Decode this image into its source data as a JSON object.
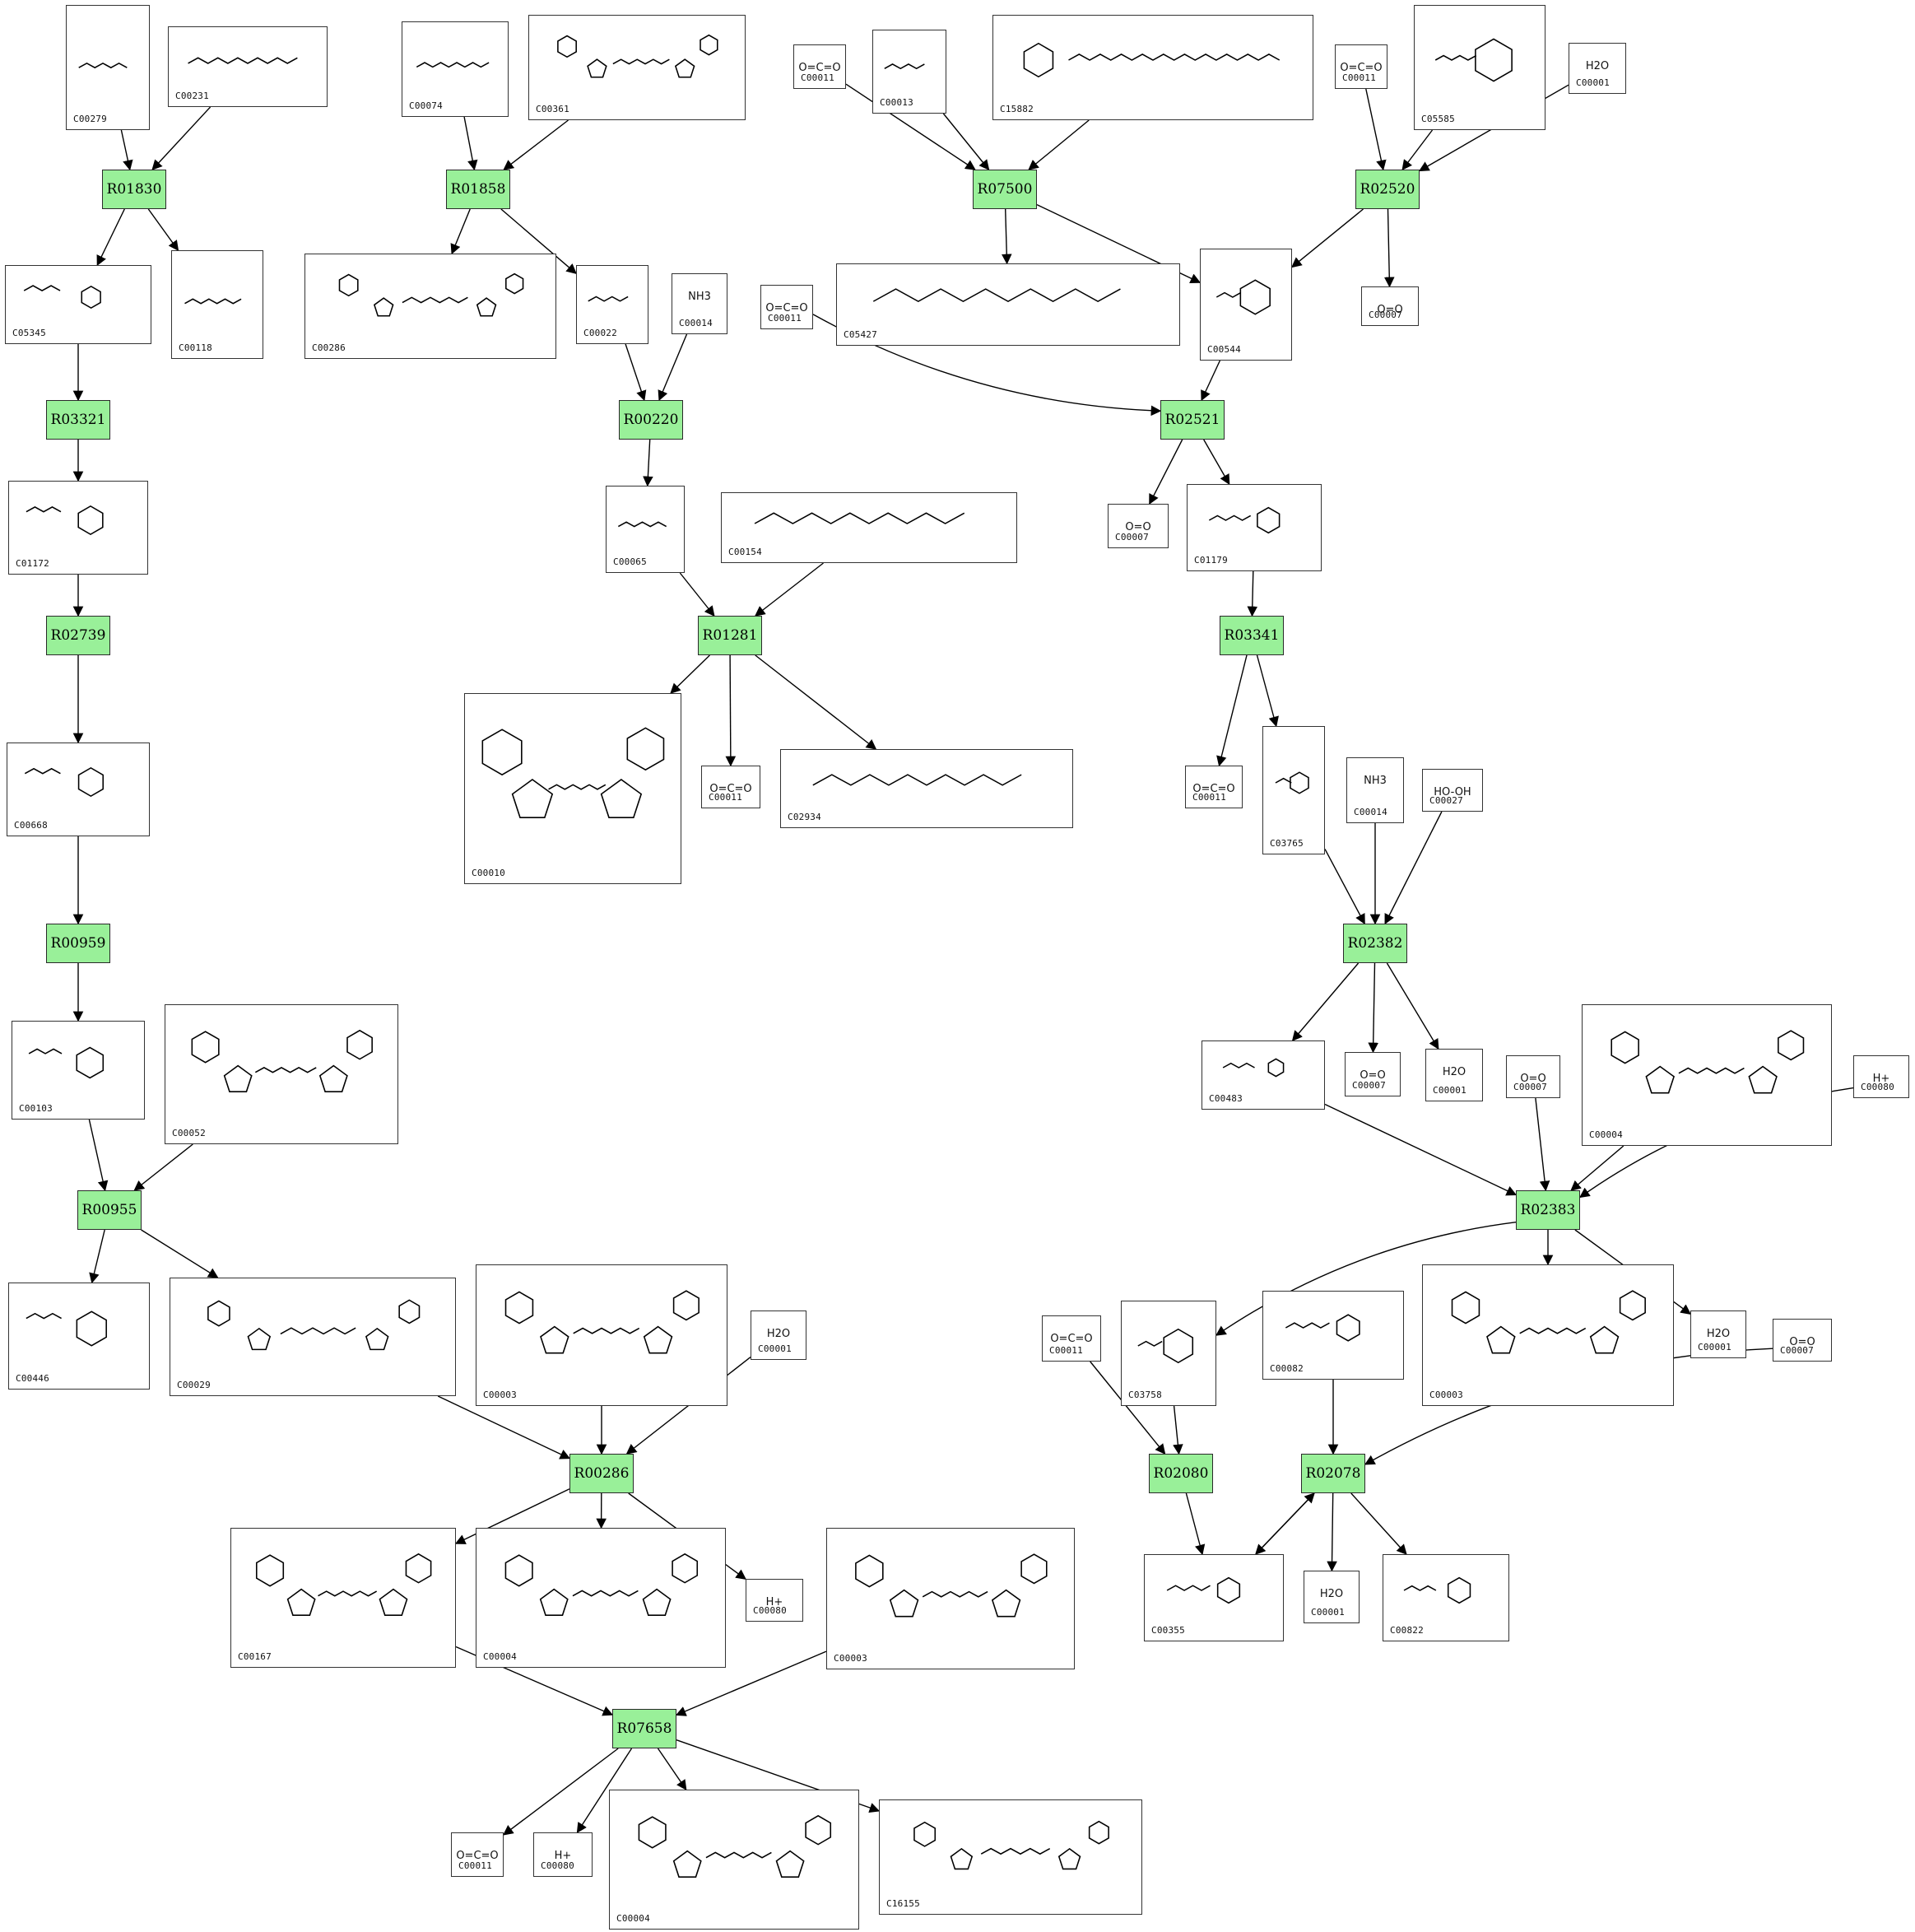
{
  "reactions": [
    {
      "id": "r-R01830",
      "label": "R01830"
    },
    {
      "id": "r-R01858",
      "label": "R01858"
    },
    {
      "id": "r-R07500",
      "label": "R07500"
    },
    {
      "id": "r-R02520",
      "label": "R02520"
    },
    {
      "id": "r-R03321",
      "label": "R03321"
    },
    {
      "id": "r-R00220",
      "label": "R00220"
    },
    {
      "id": "r-R02521",
      "label": "R02521"
    },
    {
      "id": "r-R02739",
      "label": "R02739"
    },
    {
      "id": "r-R01281",
      "label": "R01281"
    },
    {
      "id": "r-R03341",
      "label": "R03341"
    },
    {
      "id": "r-R00959",
      "label": "R00959"
    },
    {
      "id": "r-R02382",
      "label": "R02382"
    },
    {
      "id": "r-R00955",
      "label": "R00955"
    },
    {
      "id": "r-R02383",
      "label": "R02383"
    },
    {
      "id": "r-R00286",
      "label": "R00286"
    },
    {
      "id": "r-R02080",
      "label": "R02080"
    },
    {
      "id": "r-R02078",
      "label": "R02078"
    },
    {
      "id": "r-R07658",
      "label": "R07658"
    }
  ],
  "compounds": [
    {
      "id": "c1",
      "code": "C00279",
      "style": "chain"
    },
    {
      "id": "c2",
      "code": "C00231",
      "style": "chain"
    },
    {
      "id": "c3",
      "code": "C00074",
      "style": "chain"
    },
    {
      "id": "c4",
      "code": "C00361",
      "style": "nucleotide"
    },
    {
      "id": "c5",
      "code": "C00011",
      "formula": "O=C=O",
      "style": "small"
    },
    {
      "id": "c6",
      "code": "C00013",
      "style": "chain"
    },
    {
      "id": "c7",
      "code": "C15882",
      "style": "ring-chain"
    },
    {
      "id": "c8",
      "code": "C00011",
      "formula": "O=C=O",
      "style": "small"
    },
    {
      "id": "c9",
      "code": "C05585",
      "style": "ring"
    },
    {
      "id": "c10",
      "code": "C00001",
      "formula": "H2O",
      "style": "small"
    },
    {
      "id": "c11",
      "code": "C05345",
      "style": "sugar"
    },
    {
      "id": "c12",
      "code": "C00118",
      "style": "chain"
    },
    {
      "id": "c13",
      "code": "C00286",
      "style": "nucleotide"
    },
    {
      "id": "c14",
      "code": "C00022",
      "style": "chain"
    },
    {
      "id": "c15",
      "code": "C00014",
      "formula": "NH3",
      "style": "small"
    },
    {
      "id": "c16",
      "code": "C00011",
      "formula": "O=C=O",
      "style": "small"
    },
    {
      "id": "c17",
      "code": "C05427",
      "style": "chain"
    },
    {
      "id": "c18",
      "code": "C00544",
      "style": "ring"
    },
    {
      "id": "c19",
      "code": "C00007",
      "formula": "O=O",
      "style": "small"
    },
    {
      "id": "c20",
      "code": "C01172",
      "style": "sugar"
    },
    {
      "id": "c21",
      "code": "C00065",
      "style": "chain"
    },
    {
      "id": "c22",
      "code": "C00154",
      "style": "chain"
    },
    {
      "id": "c23",
      "code": "C00007",
      "formula": "O=O",
      "style": "small"
    },
    {
      "id": "c24",
      "code": "C01179",
      "style": "ring"
    },
    {
      "id": "c25",
      "code": "C00668",
      "style": "sugar"
    },
    {
      "id": "c26",
      "code": "C00010",
      "style": "nucleotide"
    },
    {
      "id": "c27",
      "code": "C00011",
      "formula": "O=C=O",
      "style": "small"
    },
    {
      "id": "c28",
      "code": "C02934",
      "style": "chain"
    },
    {
      "id": "c29",
      "code": "C00011",
      "formula": "O=C=O",
      "style": "small"
    },
    {
      "id": "c30",
      "code": "C03765",
      "style": "ring"
    },
    {
      "id": "c31",
      "code": "C00014",
      "formula": "NH3",
      "style": "small"
    },
    {
      "id": "c32",
      "code": "C00027",
      "formula": "HO-OH",
      "style": "small"
    },
    {
      "id": "c33",
      "code": "C00103",
      "style": "sugar"
    },
    {
      "id": "c34",
      "code": "C00052",
      "style": "nucleotide"
    },
    {
      "id": "c35",
      "code": "C00483",
      "style": "ring"
    },
    {
      "id": "c36",
      "code": "C00007",
      "formula": "O=O",
      "style": "small"
    },
    {
      "id": "c37",
      "code": "C00001",
      "formula": "H2O",
      "style": "small"
    },
    {
      "id": "c38",
      "code": "C00007",
      "formula": "O=O",
      "style": "small"
    },
    {
      "id": "c39",
      "code": "C00004",
      "style": "nucleotide"
    },
    {
      "id": "c40",
      "code": "C00080",
      "formula": "H+",
      "style": "small"
    },
    {
      "id": "c41",
      "code": "C00446",
      "style": "sugar"
    },
    {
      "id": "c42",
      "code": "C00029",
      "style": "nucleotide"
    },
    {
      "id": "c43",
      "code": "C00003",
      "style": "nucleotide"
    },
    {
      "id": "c44",
      "code": "C00001",
      "formula": "H2O",
      "style": "small"
    },
    {
      "id": "c45",
      "code": "C00011",
      "formula": "O=C=O",
      "style": "small"
    },
    {
      "id": "c46",
      "code": "C03758",
      "style": "ring"
    },
    {
      "id": "c47",
      "code": "C00082",
      "style": "ring"
    },
    {
      "id": "c48",
      "code": "C00003",
      "style": "nucleotide"
    },
    {
      "id": "c49",
      "code": "C00001",
      "formula": "H2O",
      "style": "small"
    },
    {
      "id": "c50",
      "code": "C00007",
      "formula": "O=O",
      "style": "small"
    },
    {
      "id": "c51",
      "code": "C00167",
      "style": "nucleotide"
    },
    {
      "id": "c52",
      "code": "C00004",
      "style": "nucleotide"
    },
    {
      "id": "c53",
      "code": "C00080",
      "formula": "H+",
      "style": "small"
    },
    {
      "id": "c54",
      "code": "C00003",
      "style": "nucleotide"
    },
    {
      "id": "c55",
      "code": "C00355",
      "style": "ring"
    },
    {
      "id": "c56",
      "code": "C00001",
      "formula": "H2O",
      "style": "small"
    },
    {
      "id": "c57",
      "code": "C00822",
      "style": "ring"
    },
    {
      "id": "c58",
      "code": "C00011",
      "formula": "O=C=O",
      "style": "small"
    },
    {
      "id": "c59",
      "code": "C00080",
      "formula": "H+",
      "style": "small"
    },
    {
      "id": "c60",
      "code": "C00004",
      "style": "nucleotide"
    },
    {
      "id": "c61",
      "code": "C16155",
      "style": "nucleotide"
    }
  ],
  "edges": [
    [
      "c1",
      "r-R01830"
    ],
    [
      "c2",
      "r-R01830"
    ],
    [
      "r-R01830",
      "c11"
    ],
    [
      "r-R01830",
      "c12"
    ],
    [
      "c3",
      "r-R01858"
    ],
    [
      "c4",
      "r-R01858"
    ],
    [
      "r-R01858",
      "c13"
    ],
    [
      "r-R01858",
      "c14"
    ],
    [
      "c5",
      "r-R07500"
    ],
    [
      "c6",
      "r-R07500"
    ],
    [
      "c7",
      "r-R07500"
    ],
    [
      "r-R07500",
      "c17"
    ],
    [
      "r-R07500",
      "c18"
    ],
    [
      "c8",
      "r-R02520"
    ],
    [
      "c9",
      "r-R02520"
    ],
    [
      "c10",
      "r-R02520"
    ],
    [
      "r-R02520",
      "c18"
    ],
    [
      "r-R02520",
      "c19"
    ],
    [
      "c11",
      "r-R03321"
    ],
    [
      "r-R03321",
      "c20"
    ],
    [
      "c14",
      "r-R00220"
    ],
    [
      "c15",
      "r-R00220"
    ],
    [
      "r-R00220",
      "c21"
    ],
    [
      "c16",
      "r-R02521"
    ],
    [
      "c18",
      "r-R02521"
    ],
    [
      "r-R02521",
      "c23"
    ],
    [
      "r-R02521",
      "c24"
    ],
    [
      "c20",
      "r-R02739"
    ],
    [
      "r-R02739",
      "c25"
    ],
    [
      "c21",
      "r-R01281"
    ],
    [
      "c22",
      "r-R01281"
    ],
    [
      "r-R01281",
      "c26"
    ],
    [
      "r-R01281",
      "c27"
    ],
    [
      "r-R01281",
      "c28"
    ],
    [
      "c24",
      "r-R03341"
    ],
    [
      "r-R03341",
      "c29"
    ],
    [
      "r-R03341",
      "c30"
    ],
    [
      "c25",
      "r-R00959"
    ],
    [
      "r-R00959",
      "c33"
    ],
    [
      "c30",
      "r-R02382"
    ],
    [
      "c31",
      "r-R02382"
    ],
    [
      "c32",
      "r-R02382"
    ],
    [
      "r-R02382",
      "c35"
    ],
    [
      "r-R02382",
      "c36"
    ],
    [
      "r-R02382",
      "c37"
    ],
    [
      "c33",
      "r-R00955"
    ],
    [
      "c34",
      "r-R00955"
    ],
    [
      "r-R00955",
      "c41"
    ],
    [
      "r-R00955",
      "c42"
    ],
    [
      "c35",
      "r-R02383"
    ],
    [
      "c38",
      "r-R02383"
    ],
    [
      "c39",
      "r-R02383"
    ],
    [
      "c40",
      "r-R02383"
    ],
    [
      "r-R02383",
      "c46"
    ],
    [
      "r-R02383",
      "c48"
    ],
    [
      "r-R02383",
      "c49"
    ],
    [
      "c42",
      "r-R00286"
    ],
    [
      "c43",
      "r-R00286"
    ],
    [
      "c44",
      "r-R00286"
    ],
    [
      "r-R00286",
      "c51"
    ],
    [
      "r-R00286",
      "c52"
    ],
    [
      "r-R00286",
      "c53"
    ],
    [
      "c45",
      "r-R02080"
    ],
    [
      "c46",
      "r-R02080"
    ],
    [
      "r-R02080",
      "c55"
    ],
    [
      "c47",
      "r-R02078"
    ],
    [
      "c50",
      "r-R02078"
    ],
    [
      "c55",
      "r-R02078"
    ],
    [
      "r-R02078",
      "c55"
    ],
    [
      "r-R02078",
      "c56"
    ],
    [
      "r-R02078",
      "c57"
    ],
    [
      "c51",
      "r-R07658"
    ],
    [
      "c54",
      "r-R07658"
    ],
    [
      "r-R07658",
      "c58"
    ],
    [
      "r-R07658",
      "c59"
    ],
    [
      "r-R07658",
      "c60"
    ],
    [
      "r-R07658",
      "c61"
    ]
  ]
}
